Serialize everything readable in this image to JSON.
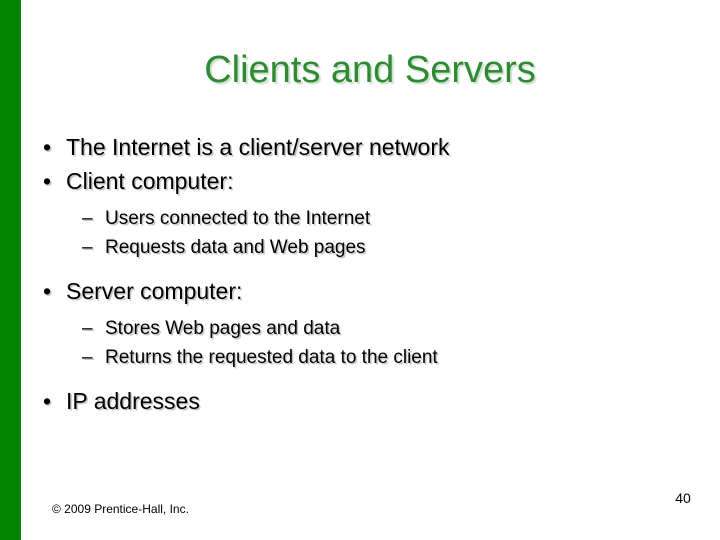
{
  "slide": {
    "title": "Clients and Servers",
    "title_color": "#2f8b33",
    "accent_bar_color": "#018301",
    "background_color": "#ffffff",
    "number": "40",
    "copyright": "© 2009 Prentice-Hall, Inc.",
    "bullet_glyph": "•",
    "dash_glyph": "–",
    "content": [
      {
        "level": 1,
        "text": "The Internet is a client/server network"
      },
      {
        "level": 1,
        "text": "Client computer:"
      },
      {
        "level": 2,
        "text": "Users connected to the Internet"
      },
      {
        "level": 2,
        "text": "Requests data and Web pages"
      },
      {
        "level": 1,
        "text": "Server computer:"
      },
      {
        "level": 2,
        "text": "Stores Web pages and data"
      },
      {
        "level": 2,
        "text": "Returns the requested data to the client"
      },
      {
        "level": 1,
        "text": "IP addresses"
      }
    ]
  }
}
